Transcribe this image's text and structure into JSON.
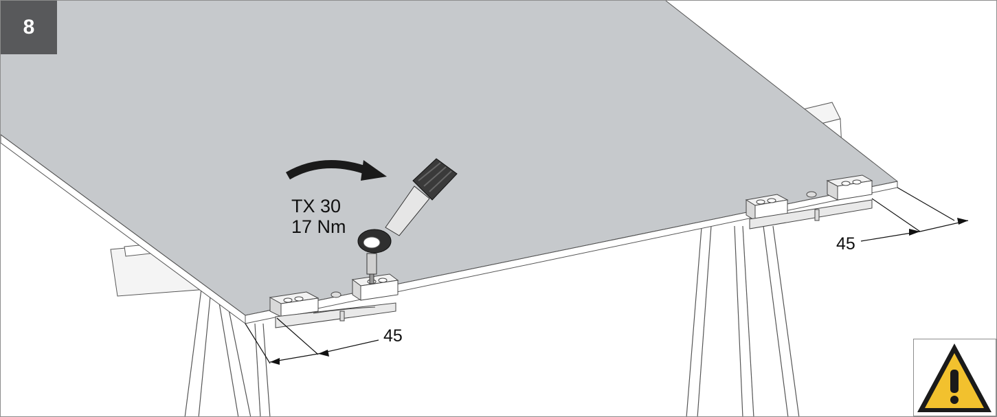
{
  "step": {
    "number": "8"
  },
  "tool": {
    "drive": "TX 30",
    "torque": "17 Nm"
  },
  "dimensions": {
    "left": "45",
    "right": "45"
  },
  "icons": {
    "rotation": "rotation-arrow-icon",
    "wrench": "torque-wrench-icon",
    "warning": "warning-icon"
  },
  "colors": {
    "badge": "#58595b",
    "panel": "#c6c9cc",
    "warning_fill": "#f2c12e",
    "warning_border": "#1a1a1a"
  }
}
